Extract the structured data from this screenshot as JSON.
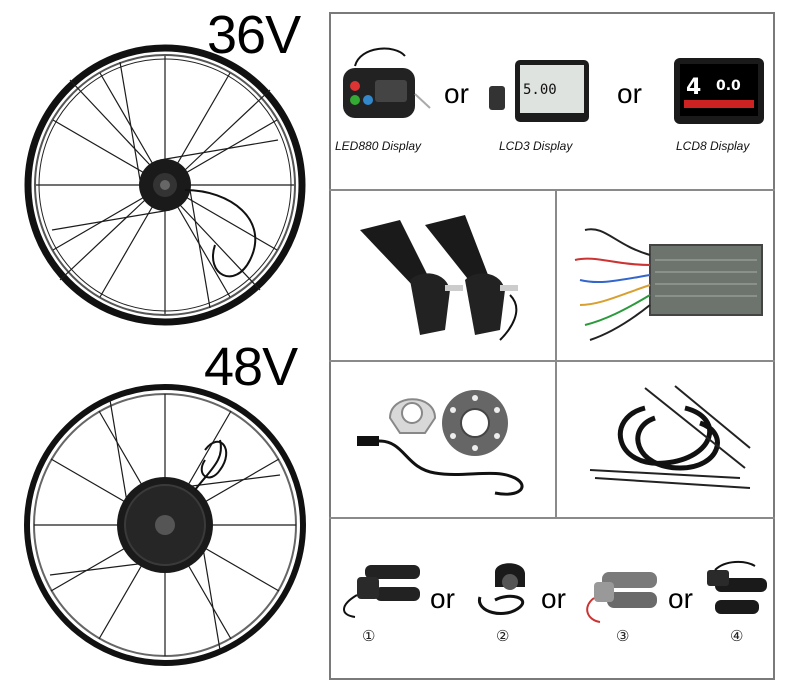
{
  "labels": {
    "voltage_top": "36V",
    "voltage_bottom": "48V"
  },
  "displays": {
    "connector": "or",
    "items": [
      {
        "caption": "LED880 Display"
      },
      {
        "caption": "LCD3 Display"
      },
      {
        "caption": "LCD8 Display"
      }
    ],
    "lcd3_readout": "5.00",
    "lcd8_readout_left": "4",
    "lcd8_readout_right": "0.0"
  },
  "throttles": {
    "connector": "or",
    "numbers": [
      "①",
      "②",
      "③",
      "④"
    ]
  },
  "colors": {
    "frame": "#7a7a7a",
    "rim": "#111111",
    "hub": "#1a1a1a"
  }
}
